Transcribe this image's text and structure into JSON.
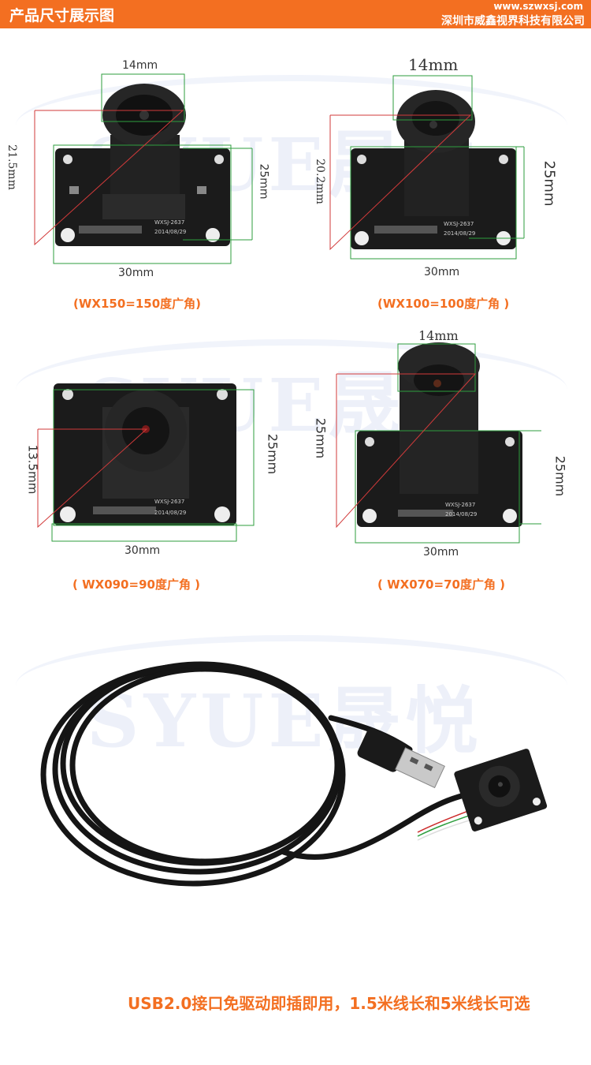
{
  "header": {
    "title": "产品尺寸展示图",
    "url": "www.szwxsj.com",
    "company": "深圳市威鑫视界科技有限公司"
  },
  "watermark": {
    "brand_text": "SYUE晟悦"
  },
  "products": [
    {
      "top_width": "14mm",
      "diagonal": "21.5mm",
      "side_height": "25mm",
      "bottom_width": "30mm",
      "caption": "(WX150=150度广角)",
      "board_label": "WXSJ-2637",
      "board_date": "2014/08/29"
    },
    {
      "top_width": "14mm",
      "diagonal": "20.2mm",
      "side_height": "25mm",
      "bottom_width": "30mm",
      "caption": "(WX100=100度广角 )",
      "board_label": "WXSJ-2637",
      "board_date": "2014/08/29"
    },
    {
      "top_width": "",
      "diagonal": "13.5mm",
      "side_height": "25mm",
      "bottom_width": "30mm",
      "caption": "( WX090=90度广角 )",
      "board_label": "WXSJ-2637",
      "board_date": "2014/08/29"
    },
    {
      "top_width": "14mm",
      "diagonal": "25mm",
      "side_height": "25mm",
      "bottom_width": "30mm",
      "caption": "( WX070=70度广角 )",
      "board_label": "WXSJ-2637",
      "board_date": "2014/08/29"
    }
  ],
  "bottom_text": "USB2.0接口免驱动即插即用，1.5米线长和5米线长可选",
  "colors": {
    "accent": "#f36f21",
    "dimension_green": "#2e9e3e",
    "dimension_red": "#d23a3a",
    "pcb": "#1b1b1b",
    "lens": "#262626",
    "watermark": "#506ec8"
  }
}
